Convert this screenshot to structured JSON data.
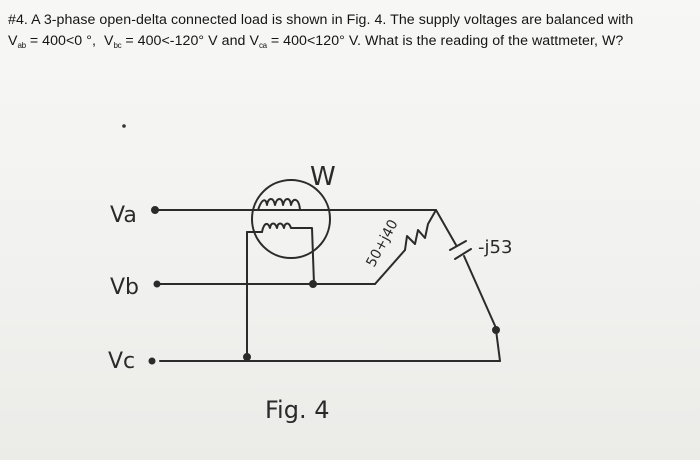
{
  "problem": {
    "number": "#4.",
    "text_before": "A 3-phase open-delta connected load is shown in Fig. 4. The supply voltages are balanced with",
    "vab_symbol": "V",
    "vab_sub": "ab",
    "vab_value": "= 400<0 °,",
    "vbc_symbol": "V",
    "vbc_sub": "bc",
    "vbc_value": "= 400<-120° V and",
    "vca_symbol": "V",
    "vca_sub": "ca",
    "vca_value": "= 400<120° V. What is the reading of the wattmeter, W?"
  },
  "figure": {
    "wattmeter_label": "W",
    "line_a_label": "Va",
    "line_b_label": "Vb",
    "line_c_label": "Vc",
    "impedance_1": "50+j40",
    "impedance_2": "-j53",
    "caption": "Fig. 4"
  }
}
